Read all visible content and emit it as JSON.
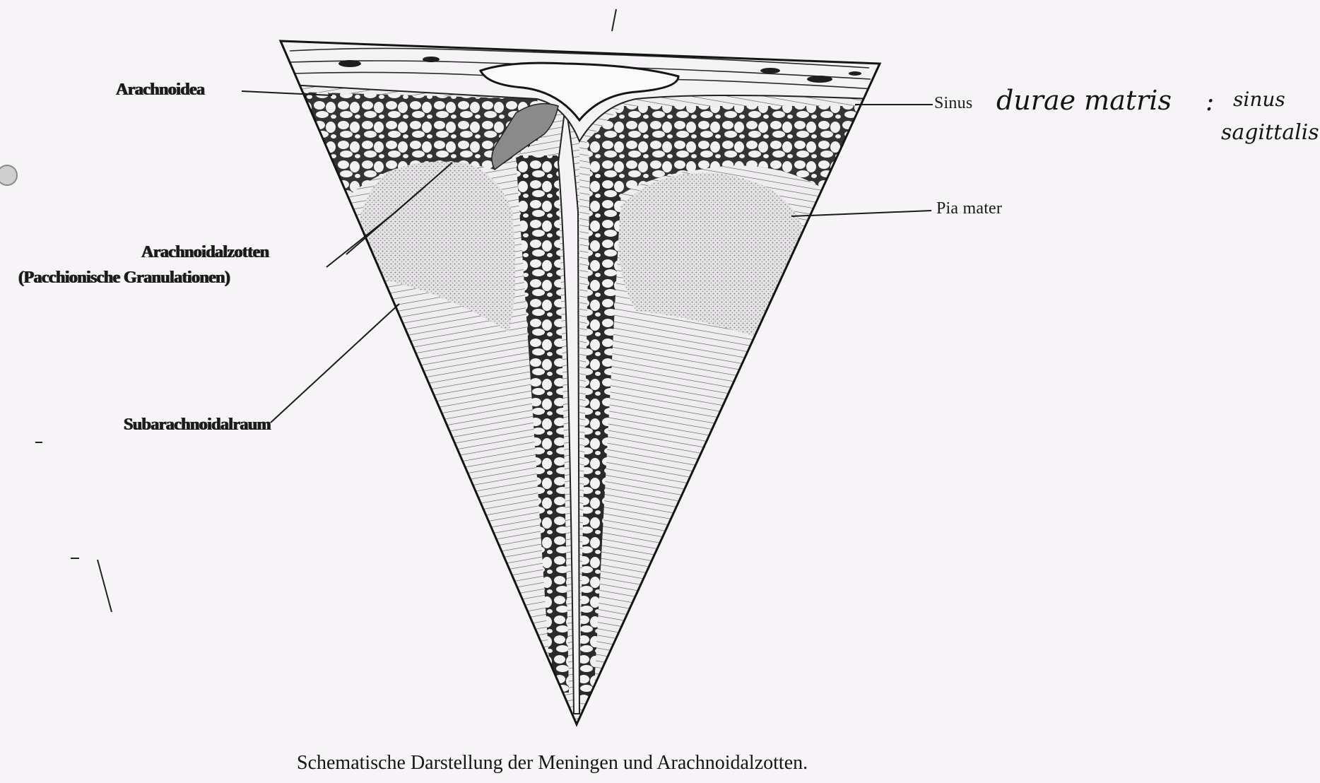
{
  "labels": {
    "arachnoidea": "Arachnoidea",
    "granulations_1": "Arachnoidalzotten",
    "granulations_2": "(Pacchionische Granulationen)",
    "subarachnoid": "Subarachnoidalraum",
    "sinus": "Sinus",
    "pia_mater": "Pia mater"
  },
  "handwriting": {
    "line1": "durae matris",
    "colon": ":",
    "sinus_word": "sinus",
    "sagittalis": "sagittalis"
  },
  "caption": "Schematische Darstellung der Meningen und Arachnoidalzotten.",
  "colors": {
    "paper": "#f6f4f6",
    "ink": "#141414",
    "stipple": "#bdbdbd"
  }
}
